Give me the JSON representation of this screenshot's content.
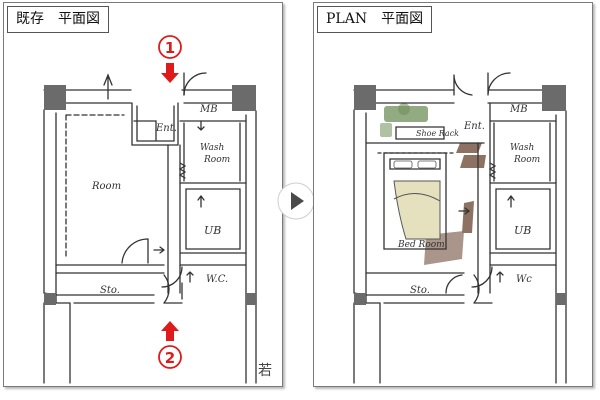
{
  "before": {
    "title": "既存　平面図",
    "rooms": {
      "ent": "Ent.",
      "mb": "MB",
      "wash": [
        "Wash",
        "Room"
      ],
      "room": "Room",
      "ub": "UB",
      "wc": "W.C.",
      "sto": "Sto."
    },
    "markers": [
      {
        "number": "1"
      },
      {
        "number": "2"
      }
    ],
    "signature": "若"
  },
  "after": {
    "title": "PLAN　平面図",
    "rooms": {
      "ent": "Ent.",
      "mb": "MB",
      "wash": [
        "Wash",
        "Room"
      ],
      "bed": "Bed Room",
      "shoe": "Shoe Rack",
      "ub": "UB",
      "wc": "Wc",
      "sto": "Sto."
    }
  },
  "colors": {
    "marker": "#e01a1a",
    "pillar": "#6b6b6b",
    "wood": "#7a5a4a",
    "plant": "#6f8f5a",
    "duvet": "#e5e1bf",
    "arrow": "#4a4a4a"
  }
}
